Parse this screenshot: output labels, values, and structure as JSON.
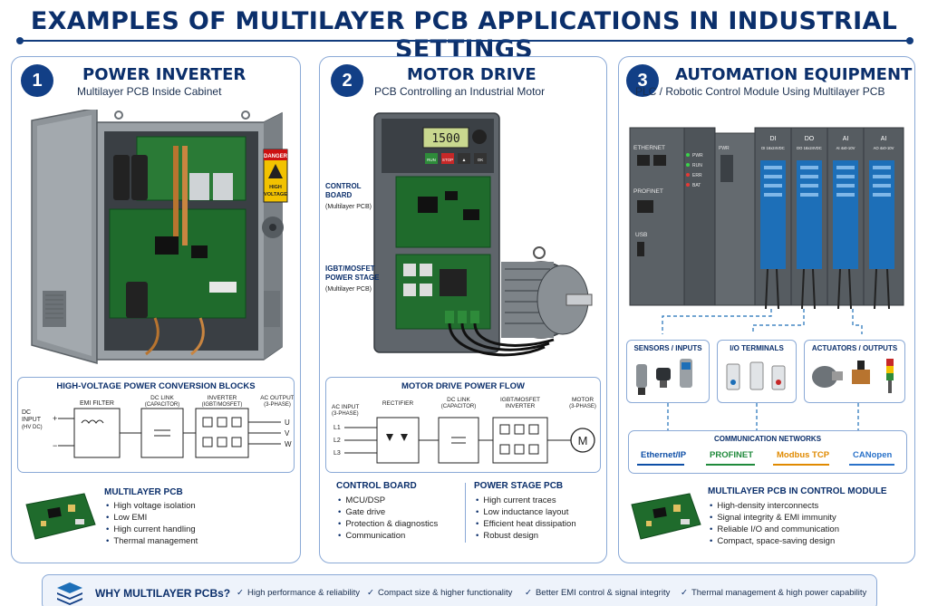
{
  "title": "EXAMPLES OF MULTILAYER PCB APPLICATIONS IN INDUSTRIAL SETTINGS",
  "panels": [
    {
      "number": "1",
      "title": "POWER INVERTER",
      "subtitle": "Multilayer PCB Inside Cabinet",
      "danger": [
        "DANGER",
        "HIGH",
        "VOLTAGE"
      ],
      "diagram": {
        "title": "HIGH-VOLTAGE POWER CONVERSION BLOCKS",
        "input_label": "DC\nINPUT\n(HV DC)",
        "plus": "+",
        "minus": "−",
        "blocks": [
          "EMI FILTER",
          "DC LINK\n(CAPACITOR)",
          "INVERTER\n(IGBT/MOSFET)"
        ],
        "output_label": "AC OUTPUT\n(3-PHASE)",
        "phases": [
          "U",
          "V",
          "W"
        ]
      },
      "list_title": "MULTILAYER PCB",
      "list": [
        "High voltage isolation",
        "Low EMI",
        "High current handling",
        "Thermal management"
      ]
    },
    {
      "number": "2",
      "title": "MOTOR DRIVE",
      "subtitle": "PCB Controlling an Industrial Motor",
      "display": "1500",
      "keys": [
        "RUN",
        "STOP",
        "▲",
        "OK"
      ],
      "callouts": [
        {
          "title": "CONTROL\nBOARD",
          "note": "(Multilayer PCB)"
        },
        {
          "title": "IGBT/MOSFET\nPOWER STAGE",
          "note": "(Multilayer PCB)"
        }
      ],
      "diagram": {
        "title": "MOTOR DRIVE POWER FLOW",
        "input_label": "AC INPUT\n(3-PHASE)",
        "lines": [
          "L1",
          "L2",
          "L3"
        ],
        "blocks": [
          "RECTIFIER",
          "DC LINK\n(CAPACITOR)",
          "IGBT/MOSFET\nINVERTER"
        ],
        "motor_label": "MOTOR\n(3-PHASE)",
        "motor_symbol": "M"
      },
      "list_a_title": "CONTROL BOARD",
      "list_a": [
        "MCU/DSP",
        "Gate drive",
        "Protection & diagnostics",
        "Communication"
      ],
      "list_b_title": "POWER STAGE PCB",
      "list_b": [
        "High current traces",
        "Low inductance layout",
        "Efficient heat dissipation",
        "Robust design"
      ]
    },
    {
      "number": "3",
      "title": "AUTOMATION EQUIPMENT",
      "subtitle": "PLC / Robotic Control Module Using Multilayer PCB",
      "plc": {
        "ethernet": "ETHERNET",
        "profinet": "PROFINET",
        "usb": "USB",
        "leds": [
          "PWR",
          "RUN",
          "ERR",
          "BAT"
        ],
        "modules": [
          {
            "t": "DI",
            "s": "DI 16x24VDC"
          },
          {
            "t": "DO",
            "s": "DO 16x24VDC"
          },
          {
            "t": "AI",
            "s": "AI 4x0-10V"
          },
          {
            "t": "AI",
            "s": "AO 4x0-10V"
          }
        ],
        "cpu_label": "PWR"
      },
      "categories": [
        "SENSORS / INPUTS",
        "I/O TERMINALS",
        "ACTUATORS / OUTPUTS"
      ],
      "comm_title": "COMMUNICATION NETWORKS",
      "networks": [
        {
          "name": "Ethernet/IP",
          "color": "#0d4ea6"
        },
        {
          "name": "PROFINET",
          "color": "#1f8a3b"
        },
        {
          "name": "Modbus TCP",
          "color": "#e08a00"
        },
        {
          "name": "CANopen",
          "color": "#2a72c9"
        }
      ],
      "list_title": "MULTILAYER PCB IN CONTROL MODULE",
      "list": [
        "High-density interconnects",
        "Signal integrity & EMI immunity",
        "Reliable I/O and communication",
        "Compact, space-saving design"
      ]
    }
  ],
  "footer": {
    "why": "WHY MULTILAYER PCBs?",
    "points": [
      "High performance & reliability",
      "Compact size & higher functionality",
      "Better EMI control & signal integrity",
      "Thermal management & high power capability"
    ]
  },
  "colors": {
    "navy": "#0b2f6b",
    "pcb_green": "#1f6b2c",
    "border": "#8aa9d6",
    "danger_yellow": "#f2c200"
  }
}
